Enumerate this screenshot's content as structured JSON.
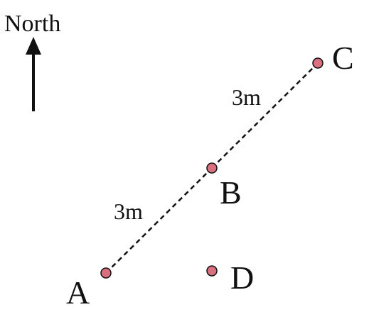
{
  "compass": {
    "label": "North"
  },
  "points": {
    "A": {
      "label": "A"
    },
    "B": {
      "label": "B"
    },
    "C": {
      "label": "C"
    },
    "D": {
      "label": "D"
    }
  },
  "segments": {
    "ab": {
      "label": "3m"
    },
    "bc": {
      "label": "3m"
    }
  },
  "colors": {
    "point_fill": "#d9707f",
    "stroke": "#111111"
  }
}
